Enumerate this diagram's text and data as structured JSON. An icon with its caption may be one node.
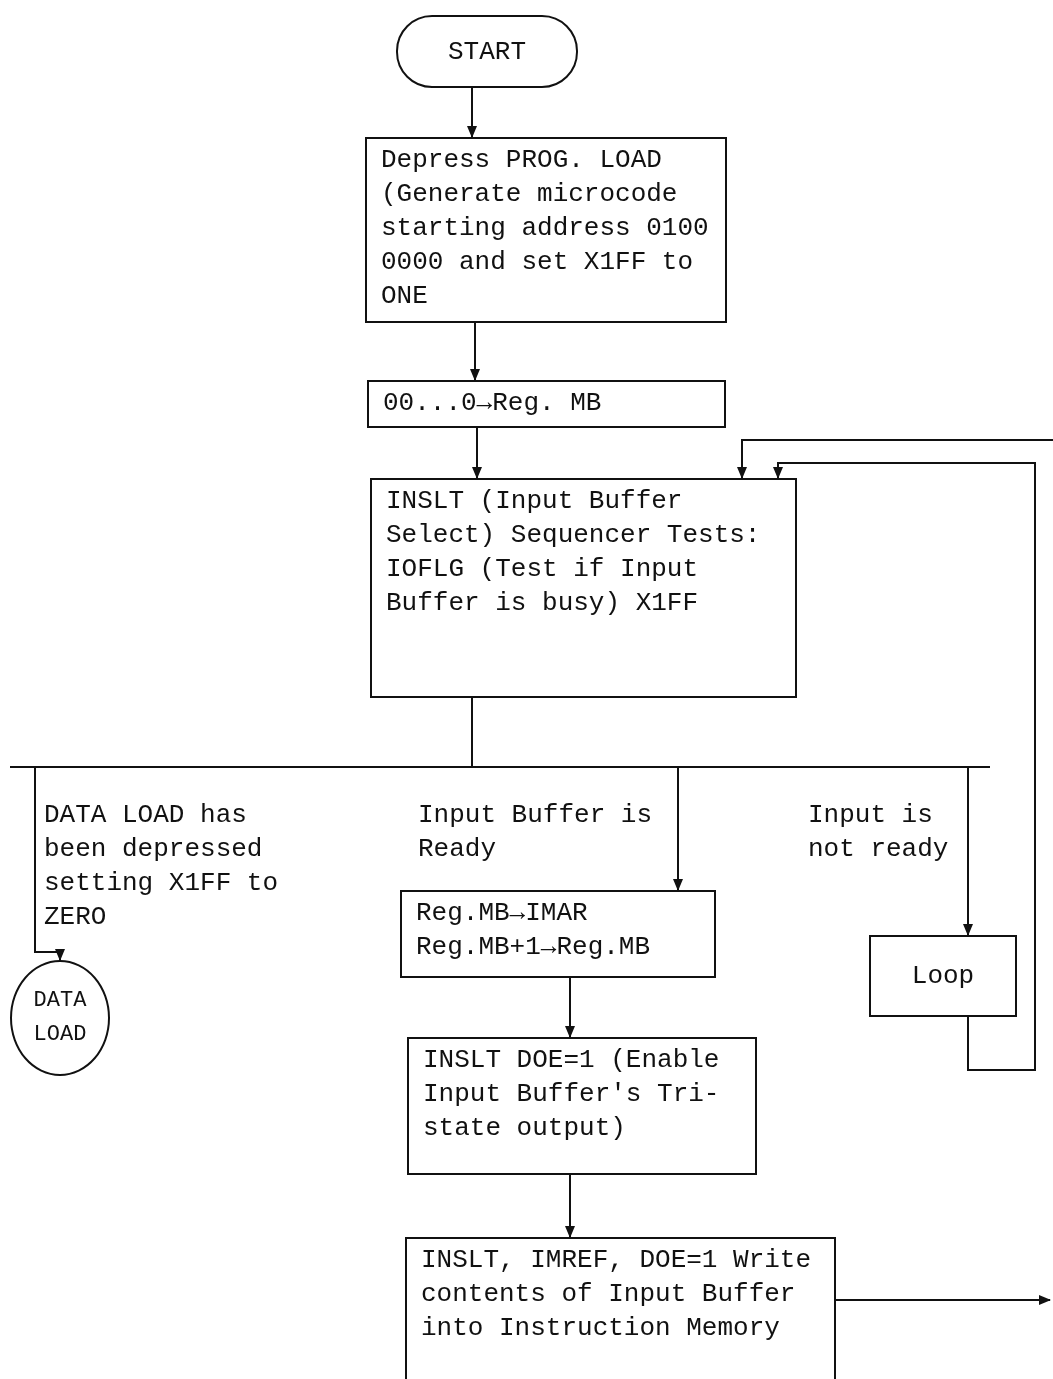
{
  "diagram": {
    "nodes": [
      {
        "text": [
          "START"
        ]
      },
      {
        "text": [
          "Depress PROG. LOAD (Generate microcode starting address 0100 0000 and set X1FF to ONE"
        ]
      },
      {
        "text": [
          "00...0→Reg. MB"
        ]
      },
      {
        "text": [
          "INSLT (Input Buffer Select) Sequencer Tests: IOFLG (Test if Input Buffer is busy) X1FF"
        ]
      },
      {
        "text": [
          "DATA LOAD"
        ]
      },
      {
        "text": [
          "Reg.MB→IMAR Reg.MB+1→Reg.MB"
        ]
      },
      {
        "text": [
          "Loop"
        ]
      },
      {
        "text": [
          "INSLT DOE=1 (Enable Input Buffer's Tri-state output)"
        ]
      },
      {
        "text": [
          "INSLT, IMREF, DOE=1 Write contents of Input Buffer into Instruction Memory"
        ]
      }
    ],
    "edges": [
      {
        "from": 0,
        "to": 1,
        "arrow": "to"
      },
      {
        "from": 1,
        "to": 2,
        "arrow": "to"
      },
      {
        "from": 2,
        "to": 3,
        "arrow": "to"
      },
      {
        "from": null,
        "to": 3,
        "arrow": "to"
      },
      {
        "from": 3,
        "to": 4,
        "arrow": "to",
        "label": "DATA LOAD has been depressed setting X1FF to ZERO"
      },
      {
        "from": 3,
        "to": 5,
        "arrow": "to",
        "label": "Input Buffer is Ready"
      },
      {
        "from": 3,
        "to": 6,
        "arrow": "to",
        "label": "Input is not ready"
      },
      {
        "from": 6,
        "to": 3,
        "arrow": "to"
      },
      {
        "from": 5,
        "to": 7,
        "arrow": "to"
      },
      {
        "from": 7,
        "to": 8,
        "arrow": "to"
      },
      {
        "from": 8,
        "to": null,
        "arrow": "to"
      }
    ]
  }
}
